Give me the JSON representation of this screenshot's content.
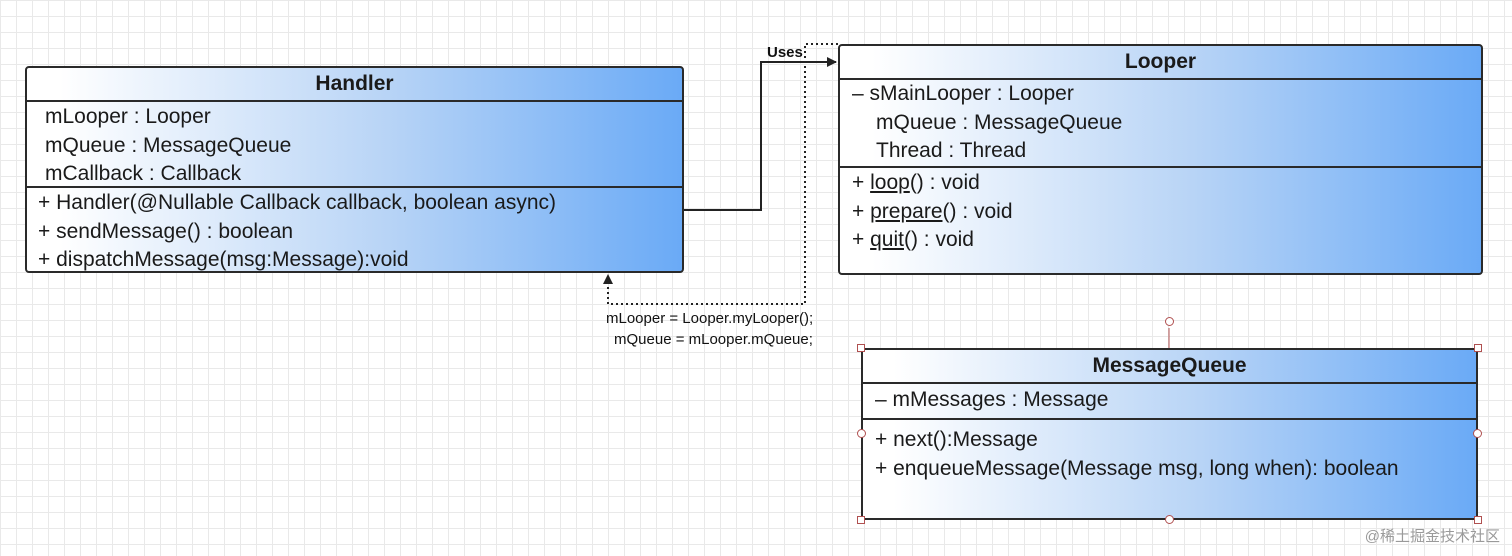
{
  "handler": {
    "name": "Handler",
    "attributes": [
      "mLooper : Looper",
      "mQueue : MessageQueue",
      "mCallback :  Callback"
    ],
    "operations": [
      "+ Handler(@Nullable Callback callback, boolean async)",
      "+ sendMessage() : boolean",
      "+ dispatchMessage(msg:Message):void"
    ]
  },
  "looper": {
    "name": "Looper",
    "attributes": [
      "– sMainLooper : Looper",
      "mQueue : MessageQueue",
      "Thread :  Thread"
    ],
    "operations": [
      {
        "prefix": "+ ",
        "name": "loop",
        "suffix": "() : void"
      },
      {
        "prefix": "+ ",
        "name": "prepare",
        "suffix": "() : void"
      },
      {
        "prefix": "+ ",
        "name": "quit",
        "suffix": "() : void"
      }
    ]
  },
  "message_queue": {
    "name": "MessageQueue",
    "attributes": [
      "–  mMessages : Message"
    ],
    "operations": [
      "+ next():Message",
      "+ enqueueMessage(Message msg, long when): boolean"
    ]
  },
  "edges": {
    "uses_label": "Uses",
    "assign_line_1": "mLooper = Looper.myLooper();",
    "assign_line_2": "mQueue = mLooper.mQueue;"
  },
  "watermark": "@稀土掘金技术社区",
  "colors": {
    "box_gradient_start": "#ffffff",
    "box_gradient_end": "#6aaaf6",
    "selection_handle": "#b05050",
    "grid": "#e9e9e9"
  }
}
